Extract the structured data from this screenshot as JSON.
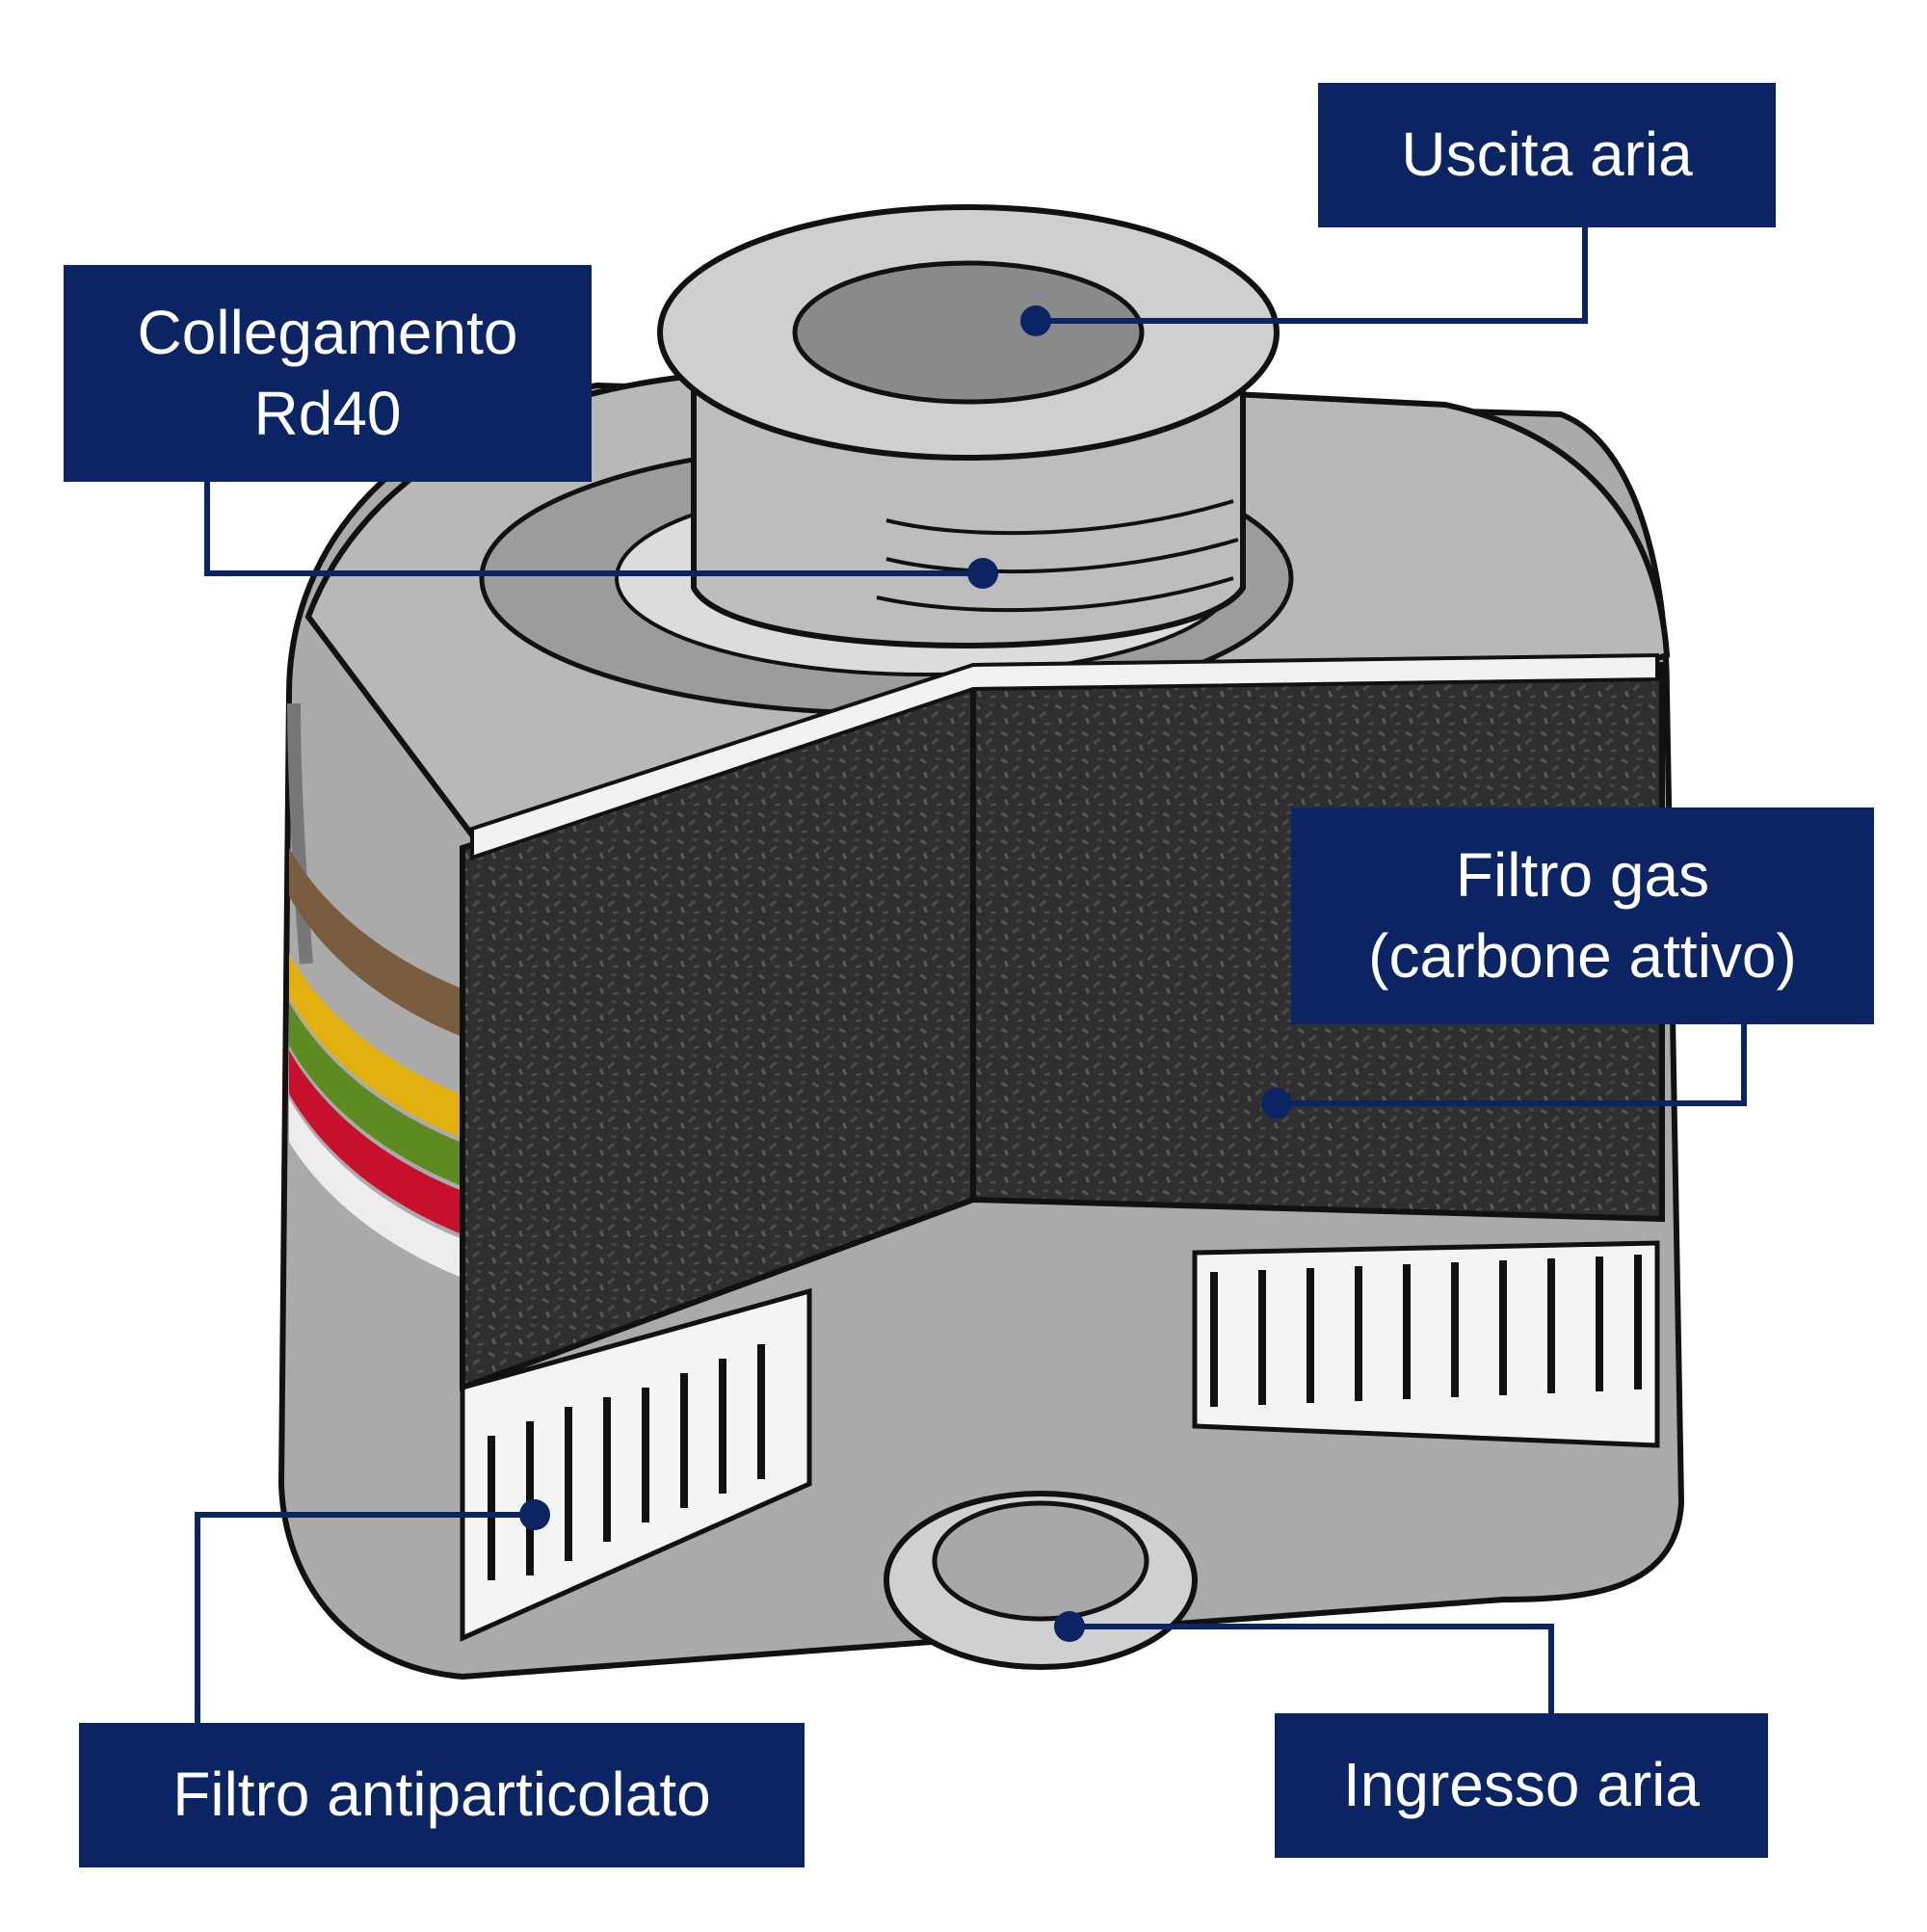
{
  "diagram": {
    "colors": {
      "label_bg": "#0b2463",
      "label_text": "#ffffff",
      "leader": "#0b2463",
      "body_gray": "#aaaaaa",
      "carbon": "#333333",
      "band_brown": "#7a5c3e",
      "band_yellow": "#e3b10f",
      "band_green": "#5e8a22",
      "band_red": "#c8102e",
      "band_white": "#ededed"
    },
    "labels": {
      "outlet": "Uscita aria",
      "connection_line1": "Collegamento",
      "connection_line2": "Rd40",
      "gas_filter_line1": "Filtro gas",
      "gas_filter_line2": "(carbone attivo)",
      "particle_filter": "Filtro antiparticolato",
      "inlet": "Ingresso aria"
    }
  }
}
